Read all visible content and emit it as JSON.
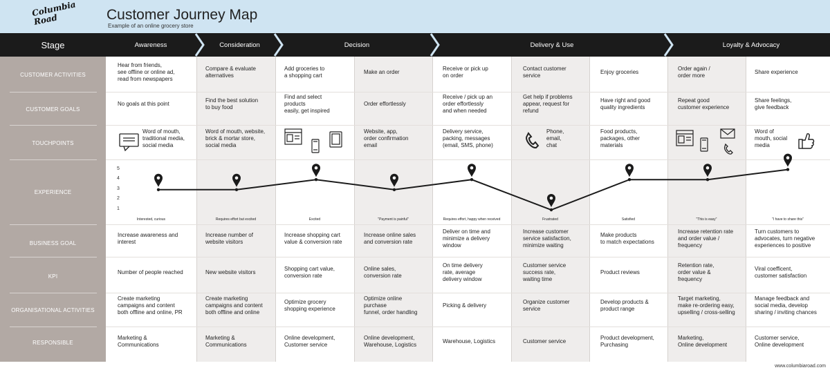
{
  "header": {
    "logo_text": "Columbia Road",
    "title": "Customer Journey Map",
    "subtitle": "Example of an online grocery store"
  },
  "stage_label": "Stage",
  "row_labels": [
    "CUSTOMER ACTIVITIES",
    "CUSTOMER GOALS",
    "TOUCHPOINTS",
    "EXPERIENCE",
    "BUSINESS GOAL",
    "KPI",
    "ORGANISATIONAL ACTIVITIES",
    "RESPONSIBLE"
  ],
  "stages": [
    "Awareness",
    "Consideration",
    "Decision",
    "Delivery & Use",
    "Loyalty & Advocacy"
  ],
  "customer_activities": [
    "Hear from friends,\nsee offline or online ad,\nread from newspapers",
    "Compare & evaluate\nalternatives",
    "Add groceries to\na shopping cart",
    "Make an order",
    "Receive or pick up\non order",
    "Contact customer\nservice",
    "Enjoy groceries",
    "Order again /\norder more",
    "Share experience"
  ],
  "customer_goals": [
    "No goals at this point",
    "Find the best solution\nto buy food",
    "Find and select\nproducts\neasily, get inspired",
    "Order effortlessly",
    "Receive / pick up an\norder effortlessly\nand when needed",
    "Get help if problems\nappear, request for\nrefund",
    "Have right and good\nquality ingredients",
    "Repeat good\ncustomer experience",
    "Share feelings,\ngive feedback"
  ],
  "touchpoints": [
    "Word of mouth,\ntraditional media,\nsocial media",
    "Word of mouth, website,\nbrick & mortar store,\nsocial media",
    "",
    "Website, app,\norder confirmation\nemail",
    "Delivery service,\npacking, messages\n(email, SMS, phone)",
    "Phone,\nemail,\nchat",
    "Food products,\npackages, other\nmaterials",
    "",
    "Word of\nmouth, social\nmedia"
  ],
  "touchpoint_icons": [
    "speech-bubble-icon",
    "browser-window-icon",
    "smartphone-icon",
    "tablet-icon",
    "phone-handset-icon",
    "envelope-icon",
    "thumbs-up-icon"
  ],
  "experience_emotions": [
    "Interested, curious",
    "Requires effort but excited",
    "Excited",
    "\"Payment is painful\"",
    "Requires effort, happy when received",
    "Frustrated",
    "Satisfied",
    "\"This is easy\"",
    "\"I have to share this\""
  ],
  "business_goal": [
    "Increase awareness and\ninterest",
    "Increase number of\nwebsite visitors",
    "Increase shopping cart\nvalue & conversion rate",
    "Increase online sales\nand conversion rate",
    "Deliver on time and\nminimize a delivery\nwindow",
    "Increase customer\nservice satisfaction,\nminimize waiting",
    "Make products\nto match expectations",
    "Increase retention rate\nand order value /\nfrequency",
    "Turn customers to\nadvocates, turn negative\nexperiences to positive"
  ],
  "kpi": [
    "Number of people reached",
    "New website visitors",
    "Shopping cart value,\nconversion rate",
    "Online sales,\nconversion rate",
    "On time delivery\nrate, average\ndelivery window",
    "Customer service\nsuccess rate,\nwaiting time",
    "Product reviews",
    "Retention rate,\norder value &\nfrequency",
    "Viral coefficent,\ncustomer satisfaction"
  ],
  "organisational_activities": [
    "Create marketing\ncampaigns and content\nboth offline and online, PR",
    "Create marketing\ncampaigns and content\nboth offline and online",
    "Optimize grocery\nshopping experience",
    "Optimize online\npurchase\nfunnel, order handling",
    "Picking & delivery",
    "Organize customer\nservice",
    "Develop products &\nproduct range",
    "Target marketing,\nmake re-ordering easy,\nupselling / cross-selling",
    "Manage feedback and\nsocial media, develop\nsharing / inviting chances"
  ],
  "responsible": [
    "Marketing &\nCommunications",
    "Marketing &\nCommunications",
    "Online development,\nCustomer service",
    "Online development,\nWarehouse, Logistics",
    "Warehouse, Logistics",
    "Customer service",
    "Product development,\nPurchasing",
    "Marketing,\nOnline development",
    "Customer service,\nOnline development"
  ],
  "chart_data": {
    "type": "line",
    "ylim": [
      1,
      5
    ],
    "yticks": [
      "5",
      "4",
      "3",
      "2",
      "1"
    ],
    "x": [
      "Interested, curious",
      "Requires effort but excited",
      "Excited",
      "\"Payment is painful\"",
      "Requires effort, happy when received",
      "Frustrated",
      "Satisfied",
      "\"This is easy\"",
      "\"I have to share this\""
    ],
    "values": [
      3,
      3,
      4,
      3,
      4,
      1,
      4,
      4,
      5
    ]
  },
  "footer_url": "www.columbiaroad.com",
  "colors": {
    "header_bg": "#cfe4f2",
    "sidebar_bg": "#b2a9a4",
    "stage_bar_bg": "#1b1b1b",
    "alt_column_bg": "#efedec"
  }
}
